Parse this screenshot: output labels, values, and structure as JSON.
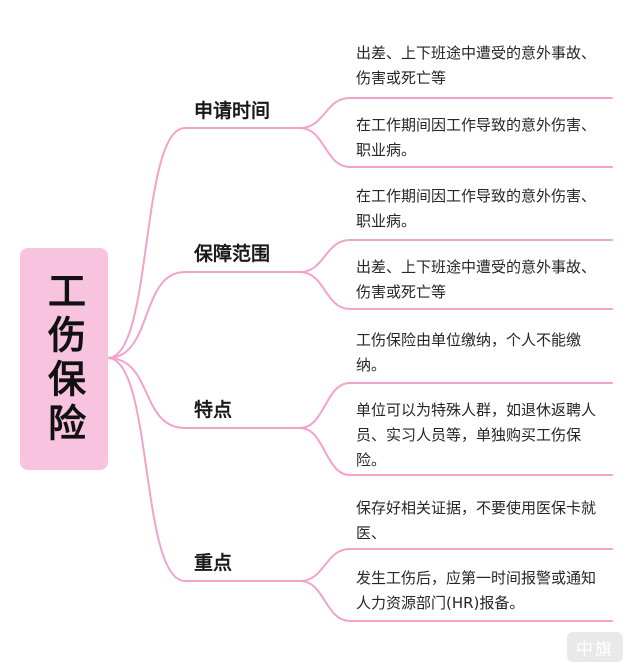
{
  "root": {
    "title": "工伤保险"
  },
  "branches": [
    {
      "label": "申请时间",
      "leaves": [
        "出差、上下班途中遭受的意外事故、伤害或死亡等",
        "在工作期间因工作导致的意外伤害、职业病。"
      ]
    },
    {
      "label": "保障范围",
      "leaves": [
        "在工作期间因工作导致的意外伤害、职业病。",
        "出差、上下班途中遭受的意外事故、伤害或死亡等"
      ]
    },
    {
      "label": "特点",
      "leaves": [
        "工伤保险由单位缴纳，个人不能缴纳。",
        "单位可以为特殊人群，如退休返聘人员、实习人员等，单独购买工伤保险。"
      ]
    },
    {
      "label": "重点",
      "leaves": [
        "保存好相关证据，不要使用医保卡就医、",
        "发生工伤后，应第一时间报警或通知人力资源部门(HR)报备。"
      ]
    }
  ],
  "watermark": "中旗",
  "colors": {
    "line": "#f3a3cb",
    "root_fill": "#f8c3de",
    "text": "#222222"
  }
}
